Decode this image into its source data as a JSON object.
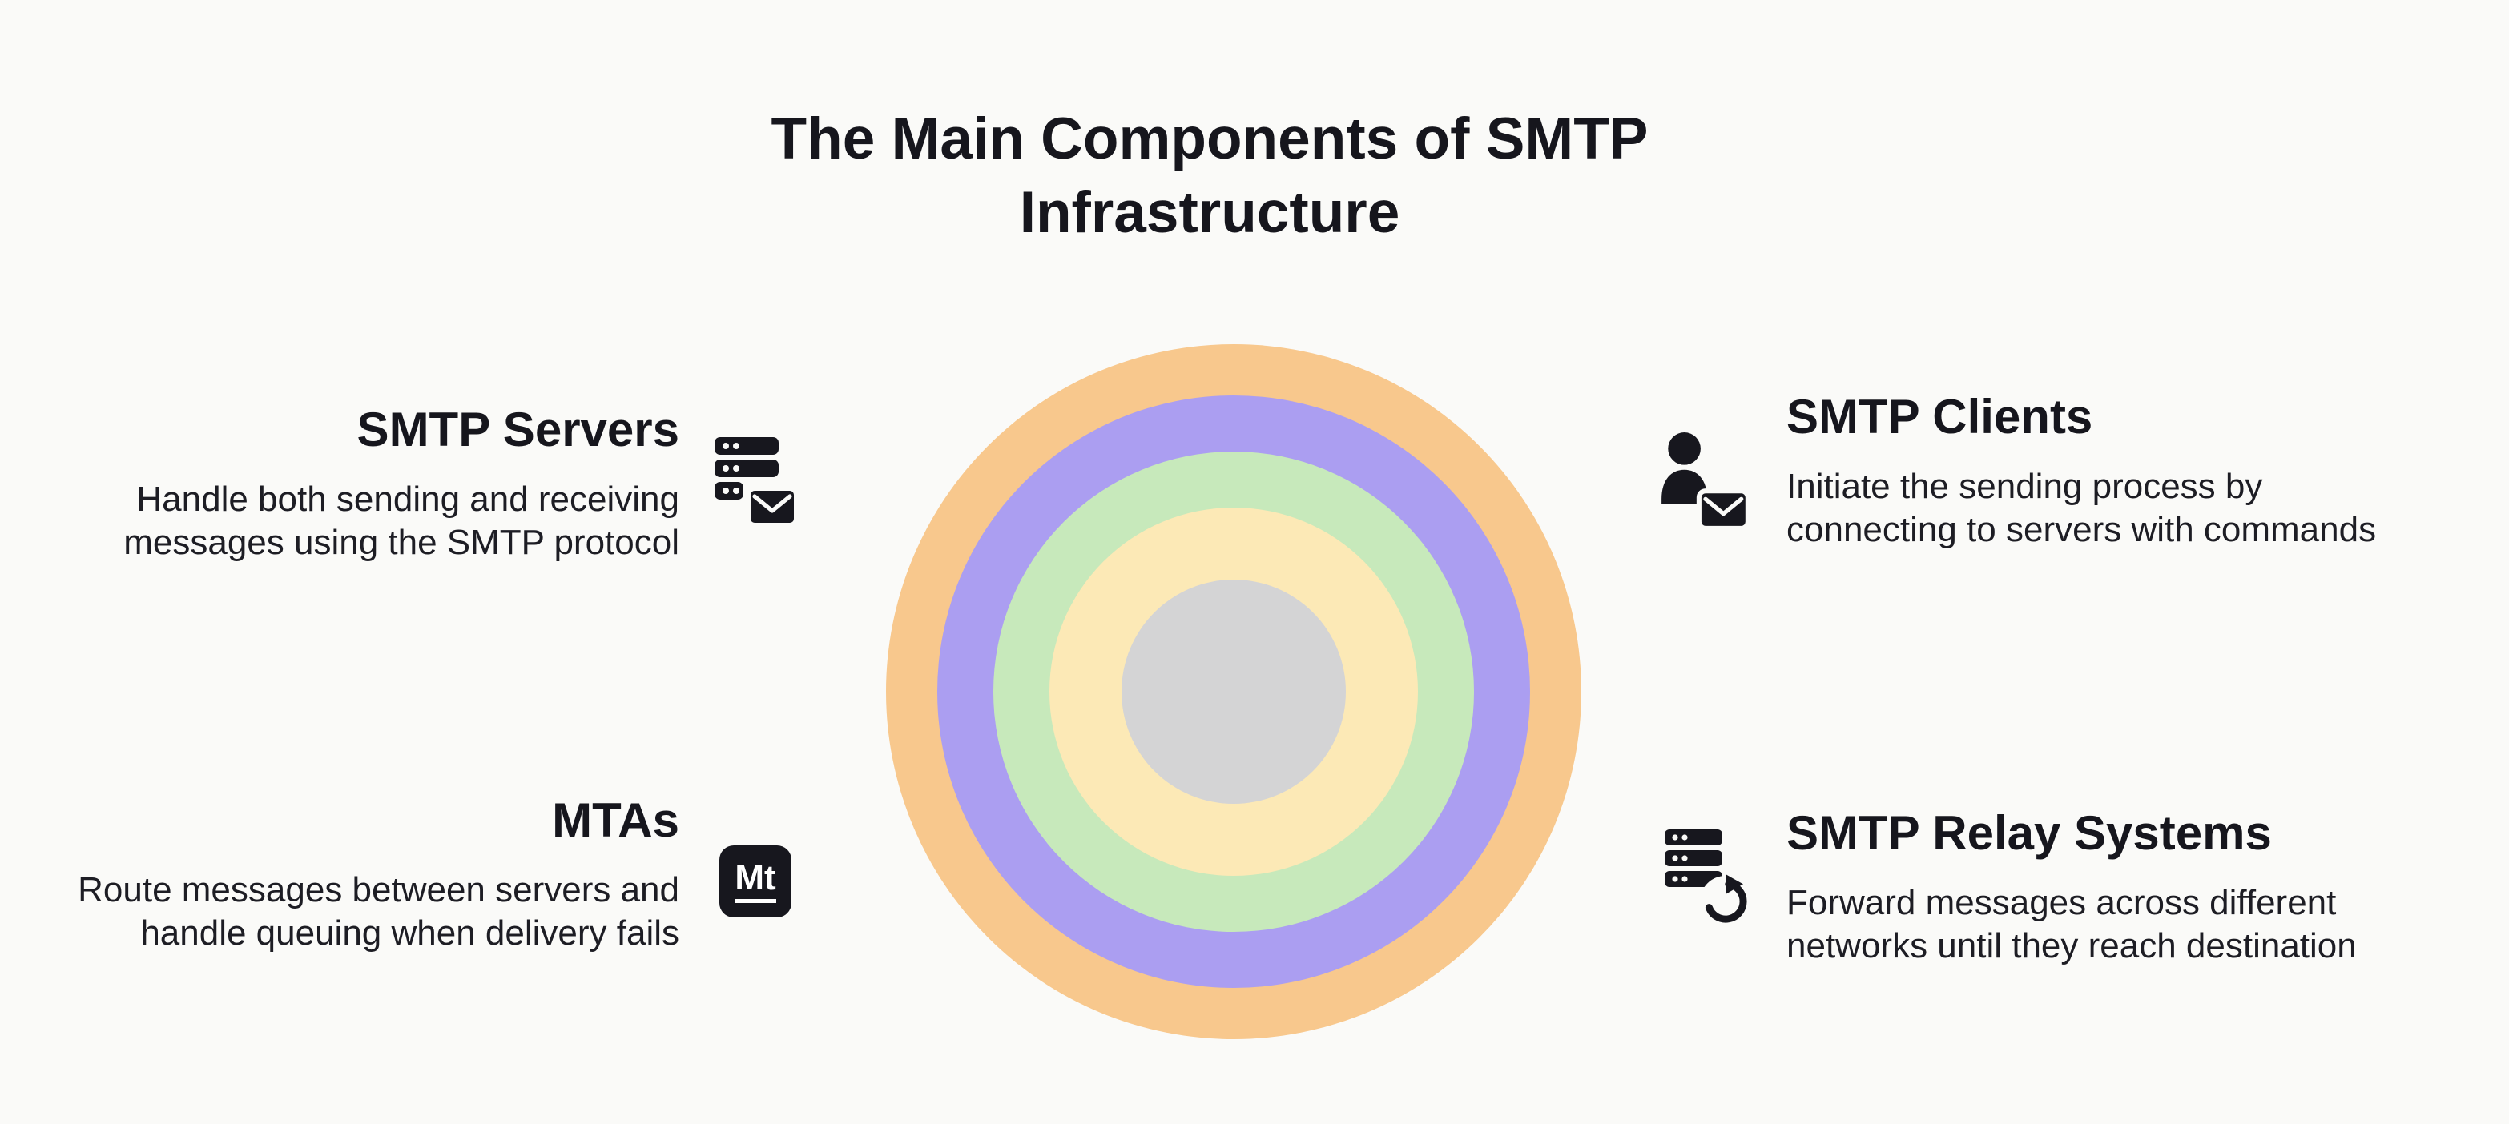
{
  "page": {
    "title": "The Main Components of SMTP Infrastructure",
    "title_lines": [
      "The Main Components of SMTP",
      "Infrastructure"
    ]
  },
  "items": [
    {
      "heading": "SMTP Servers",
      "description": "Handle both sending and receiving messages using the SMTP protocol",
      "icon": "server-mail-icon"
    },
    {
      "heading": "MTAs",
      "description": "Route messages between servers and handle queuing when delivery fails",
      "icon": "mailtrap-mt-icon",
      "icon_label": "Mt"
    },
    {
      "heading": "SMTP Clients",
      "description": "Initiate the sending process by connecting to servers with commands",
      "icon": "person-mail-icon"
    },
    {
      "heading": "SMTP Relay Systems",
      "description": "Forward messages across different networks until they reach destination",
      "icon": "server-refresh-icon"
    }
  ],
  "diagram": {
    "rings": [
      {
        "name": "outer-ring",
        "color": "#f8c88d"
      },
      {
        "name": "second-ring",
        "color": "#ab9ef1"
      },
      {
        "name": "third-ring",
        "color": "#c7e9bb"
      },
      {
        "name": "fourth-ring",
        "color": "#fce9b6"
      },
      {
        "name": "center-circle",
        "color": "#d4d4d5"
      }
    ]
  },
  "colors": {
    "background": "#fafaf8",
    "text": "#17171e",
    "icon": "#17171e"
  }
}
